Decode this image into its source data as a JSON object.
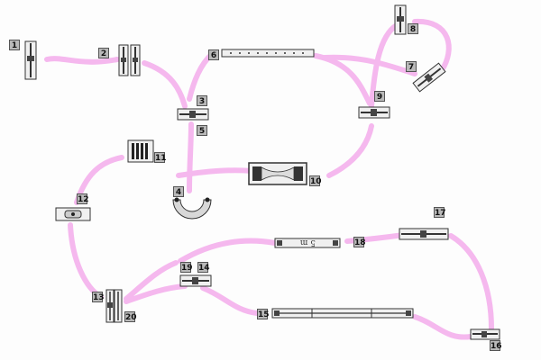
{
  "diagram": {
    "colors": {
      "route": "#f5b8ee",
      "part_fill": "#f0f0f0",
      "part_stroke": "#333333",
      "tag_fill": "#b9b9b9"
    },
    "labels": [
      "1",
      "2",
      "3",
      "4",
      "5",
      "6",
      "7",
      "8",
      "9",
      "10",
      "11",
      "12",
      "13",
      "14",
      "15",
      "16",
      "17",
      "18",
      "19",
      "20"
    ],
    "track_label": "5 m"
  }
}
